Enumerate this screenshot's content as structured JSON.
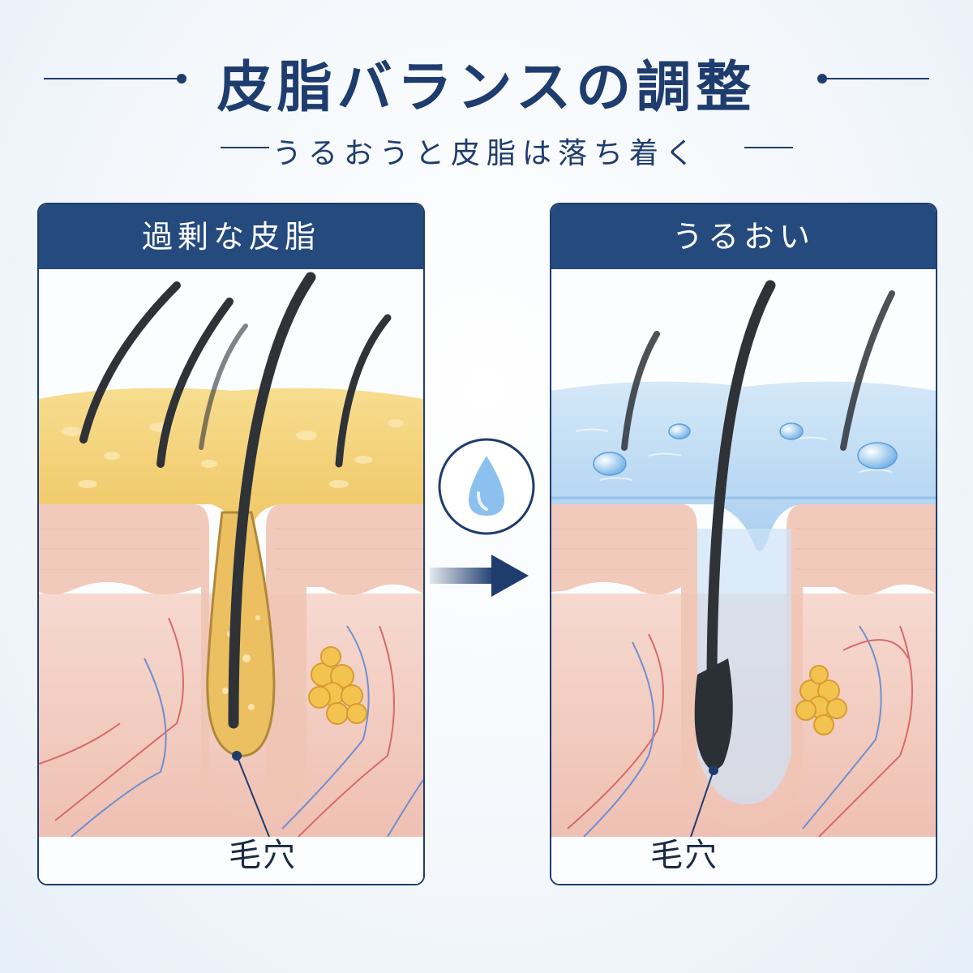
{
  "header": {
    "title": "皮脂バランスの調整",
    "subtitle": "うるおうと皮脂は落ち着く"
  },
  "panels": [
    {
      "heading": "過剰な皮脂",
      "pore_label": "毛穴"
    },
    {
      "heading": "うるおい",
      "pore_label": "毛穴"
    }
  ],
  "icons": {
    "center": "water-drop-icon",
    "arrow": "arrow-right-icon"
  },
  "colors": {
    "navy": "#1f3c6e",
    "sebum": "#f2cc6a",
    "moisture": "#bcd9f2",
    "skin": "#f4cfc4"
  }
}
